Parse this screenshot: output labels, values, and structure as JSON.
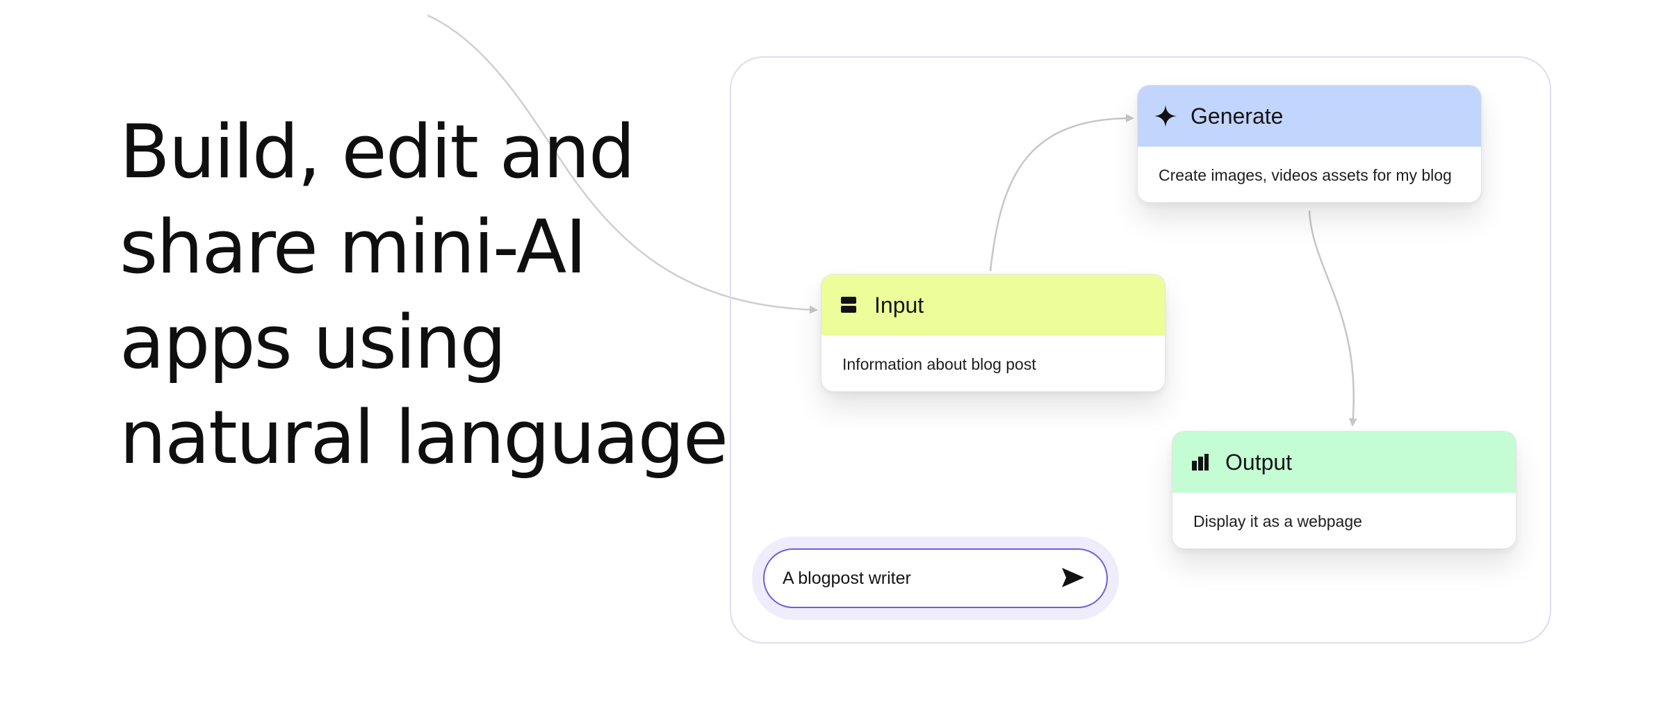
{
  "headline": {
    "lines": [
      "Build, edit and",
      "share mini-AI",
      "apps using",
      "natural language"
    ]
  },
  "nodes": {
    "generate": {
      "title": "Generate",
      "description": "Create images, videos assets for my blog",
      "color": "#c2d5fc",
      "icon": "sparkle-icon"
    },
    "input": {
      "title": "Input",
      "description": "Information about blog post",
      "color": "#ecfd99",
      "icon": "input-stack-icon"
    },
    "output": {
      "title": "Output",
      "description": "Display it as a webpage",
      "color": "#c4fcd4",
      "icon": "output-chart-icon"
    }
  },
  "prompt": {
    "value": "A blogpost writer",
    "send_icon": "send-icon",
    "accent_color": "#6c5fd8"
  },
  "colors": {
    "frame_border": "#dcdcf4",
    "connector": "#c6c6c6"
  }
}
